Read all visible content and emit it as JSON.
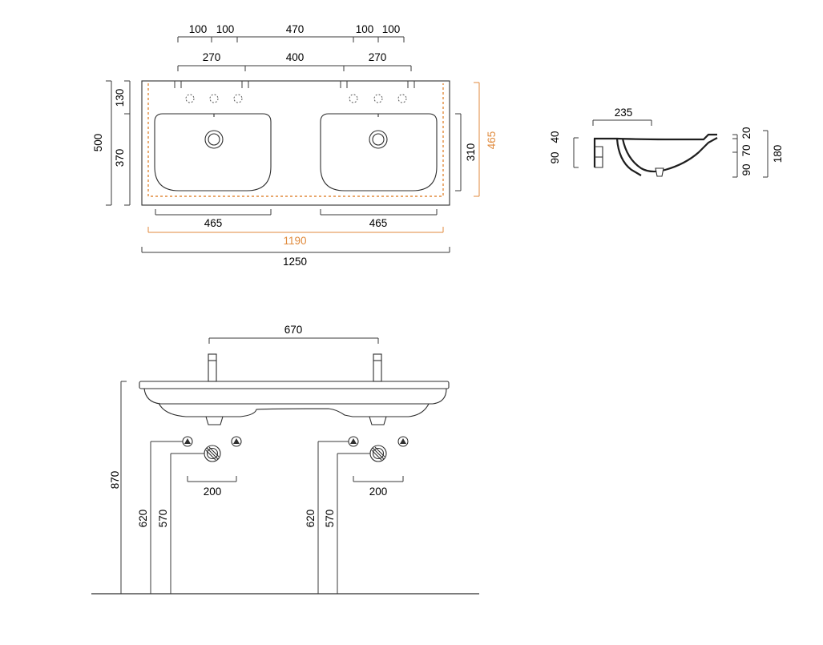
{
  "colors": {
    "line": "#2e2e2e",
    "accent": "#e08a3c"
  },
  "top_view": {
    "row1": [
      "100",
      "100",
      "470",
      "100",
      "100"
    ],
    "row2": [
      "270",
      "400",
      "270"
    ],
    "left_total": "500",
    "left_upper": "130",
    "left_lower": "370",
    "bowl_depth": "310",
    "inner_depth": "465",
    "bowl_width_left": "465",
    "bowl_width_right": "465",
    "inner_width": "1190",
    "total_width": "1250"
  },
  "side_view": {
    "width": "235",
    "left_a": "90",
    "left_b": "40",
    "right_a": "90",
    "right_b": "70",
    "right_c": "20",
    "total": "180"
  },
  "front_view": {
    "tap_spacing": "670",
    "height_total": "870",
    "left_supply": "620",
    "left_drain": "570",
    "left_spacing": "200",
    "right_supply": "620",
    "right_drain": "570",
    "right_spacing": "200"
  }
}
